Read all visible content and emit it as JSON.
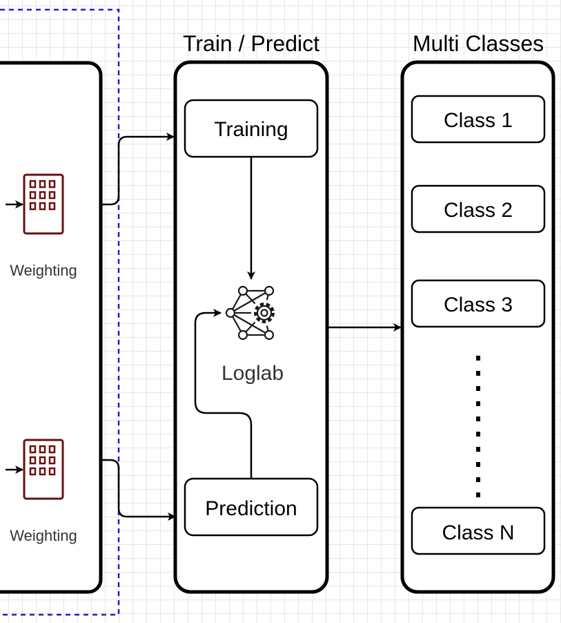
{
  "columns": {
    "train_predict": {
      "title": "Train / Predict",
      "training_label": "Training",
      "model_label": "Loglab",
      "prediction_label": "Prediction"
    },
    "multi_classes": {
      "title": "Multi Classes",
      "classes": [
        "Class 1",
        "Class 2",
        "Class 3",
        "Class N"
      ]
    },
    "weighting": {
      "items": [
        {
          "label": "Weighting"
        },
        {
          "label": "Weighting"
        }
      ]
    }
  },
  "icons": {
    "weighting_icon": "building-icon",
    "model_icon": "neural-network-gear-icon",
    "ellipsis": "vertical-dots-icon"
  },
  "colors": {
    "building_icon": "#6b0f0f",
    "dashed_border": "#1f1fc4",
    "stroke": "#000000",
    "label_text": "#333333"
  }
}
